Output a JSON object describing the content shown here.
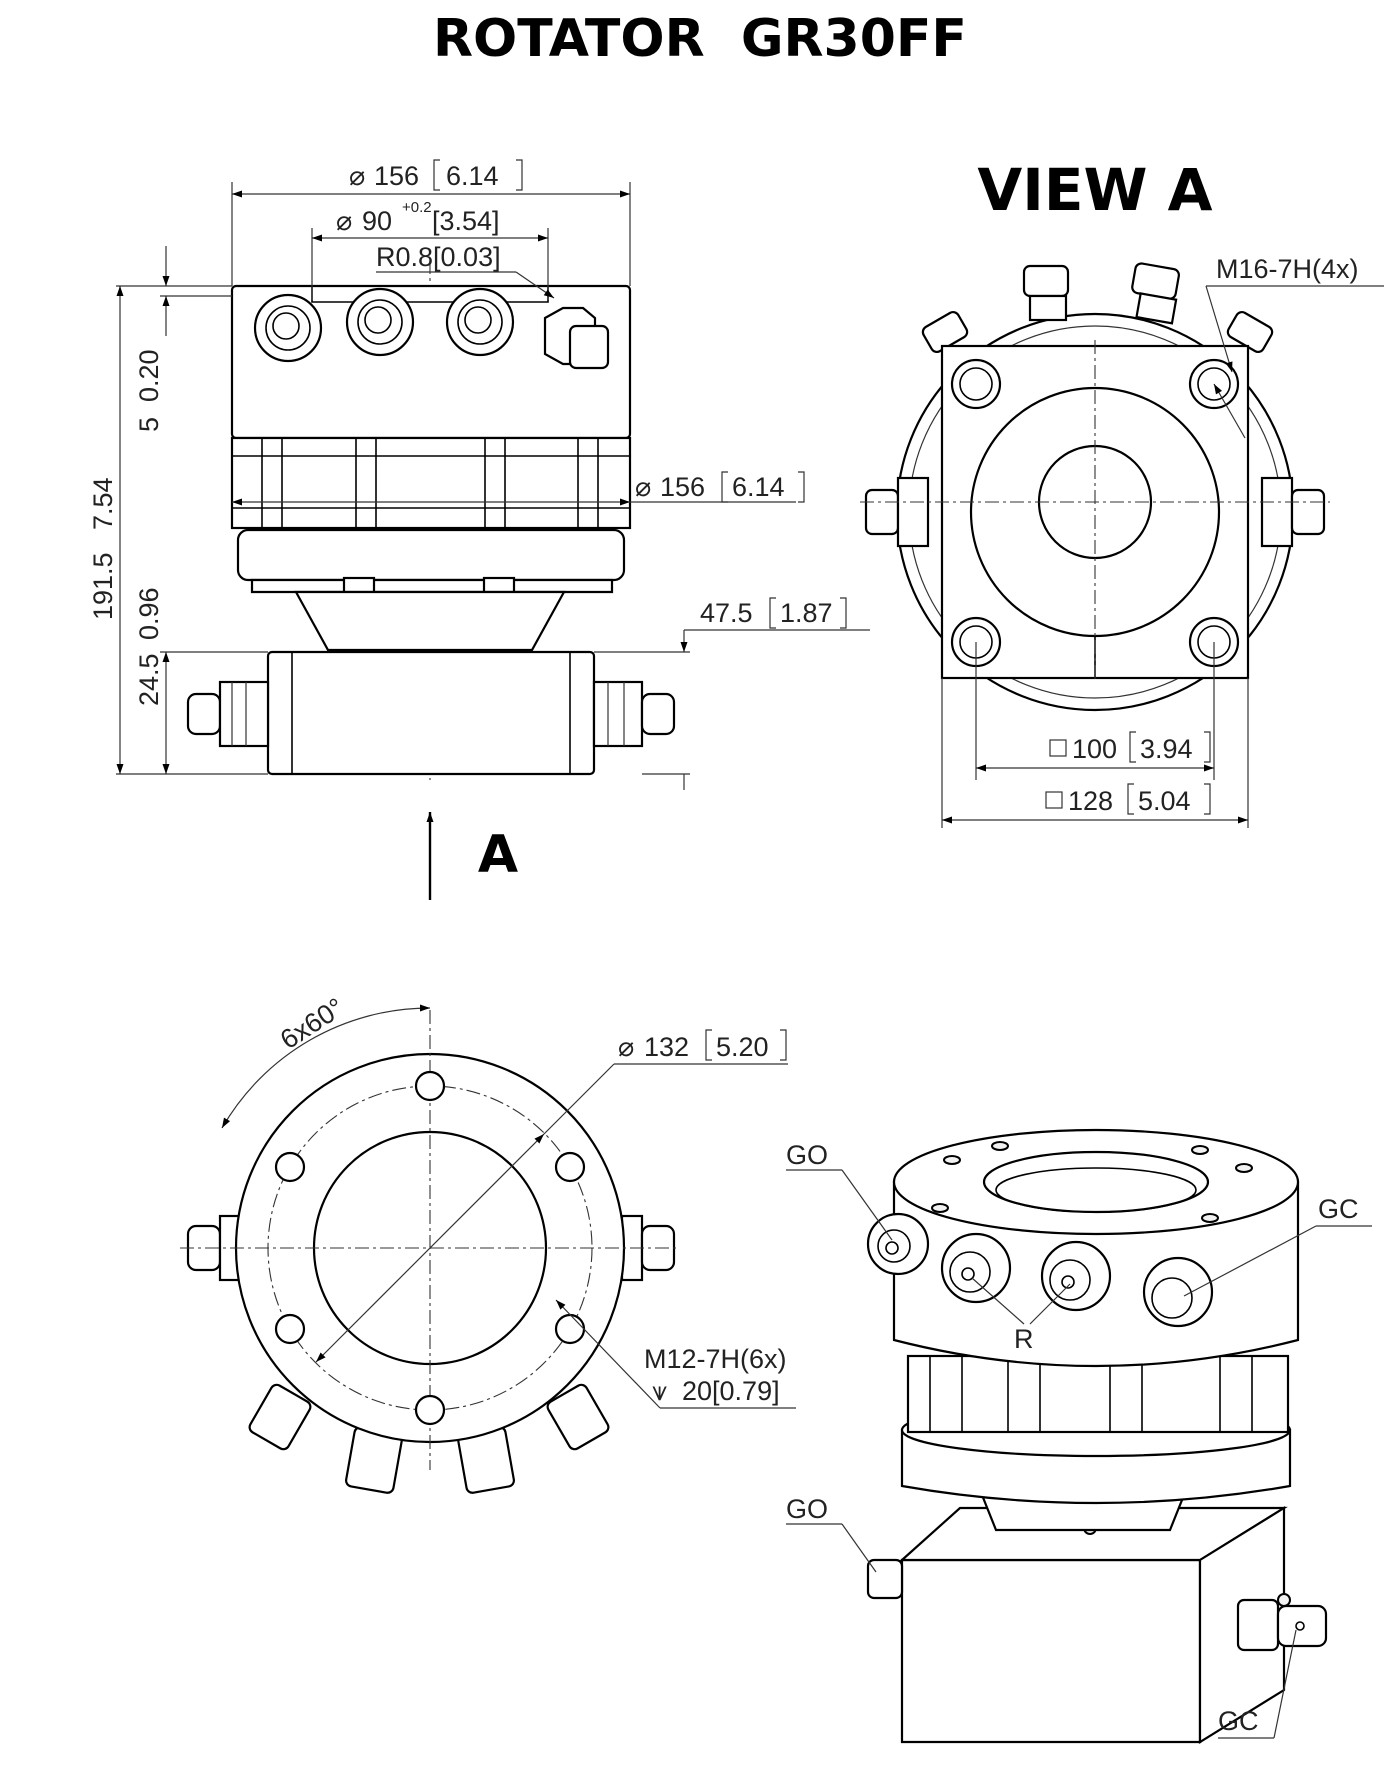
{
  "title": "ROTATOR  GR30FF",
  "view_title": "VIEW A",
  "view_arrow_label": "A",
  "dimensions": {
    "top_dia": "156",
    "top_dia_in": "6.14",
    "bore_dia": "90",
    "bore_tol": "+0.2",
    "bore_in": "[3.54]",
    "radius": "R0.8[0.03]",
    "side_dia": "156",
    "side_dia_in": "6.14",
    "dim_5": "5",
    "dim_5_in": "0.20",
    "height": "191.5",
    "height_in": "7.54",
    "dim_24": "24.5",
    "dim_24_in": "0.96",
    "dim_47": "47.5",
    "dim_47_in": "1.87",
    "thread_top": "M16-7H(4x)",
    "sq_100": "100",
    "sq_100_in": "3.94",
    "sq_128": "128",
    "sq_128_in": "5.04",
    "angle": "6x60°",
    "pcd": "132",
    "pcd_in": "5.20",
    "thread_bottom": "M12-7H(6x)",
    "thread_depth": "20[0.79]"
  },
  "port_labels": {
    "go_top": "GO",
    "gc_top": "GC",
    "r": "R",
    "go_bottom": "GO",
    "gc_bottom": "GC"
  }
}
